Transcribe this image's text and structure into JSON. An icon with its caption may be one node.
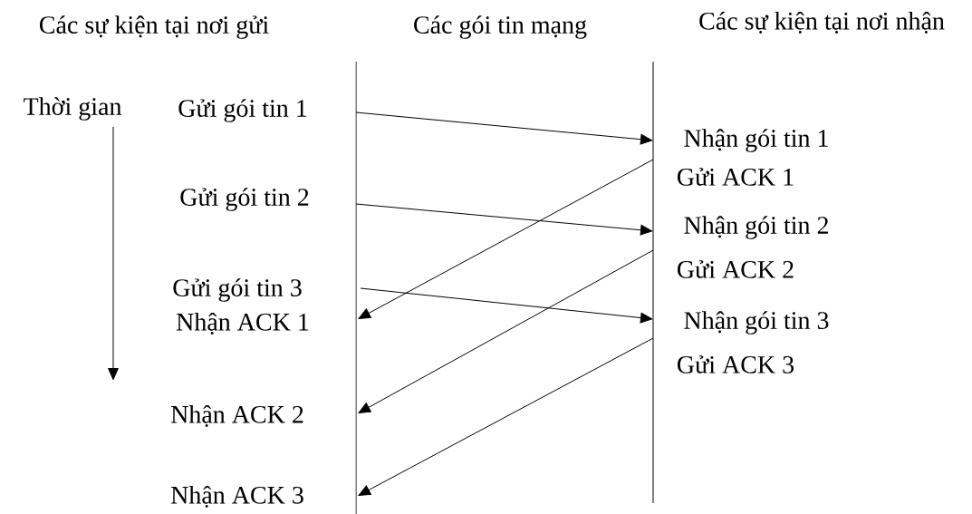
{
  "diagram": {
    "nodes": [
      {
        "text": [
          "Gửi gói tin 1"
        ]
      },
      {
        "text": [
          "Nhận gói tin 1"
        ]
      },
      {
        "text": [
          "Gửi ACK 1"
        ]
      },
      {
        "text": [
          "Gửi gói tin 2"
        ]
      },
      {
        "text": [
          "Nhận gói tin 2"
        ]
      },
      {
        "text": [
          "Gửi ACK 2"
        ]
      },
      {
        "text": [
          "Gửi gói tin 3"
        ]
      },
      {
        "text": [
          "Nhận ACK 1"
        ]
      },
      {
        "text": [
          "Nhận gói tin 3"
        ]
      },
      {
        "text": [
          "Gửi ACK 3"
        ]
      },
      {
        "text": [
          "Nhận ACK 2"
        ]
      },
      {
        "text": [
          "Nhận ACK 3"
        ]
      }
    ],
    "edges": [
      {
        "from": 0,
        "to": 1,
        "arrow": "to"
      },
      {
        "from": 2,
        "to": 7,
        "arrow": "to"
      },
      {
        "from": 3,
        "to": 4,
        "arrow": "to"
      },
      {
        "from": 5,
        "to": 10,
        "arrow": "to"
      },
      {
        "from": 6,
        "to": 8,
        "arrow": "to"
      },
      {
        "from": 9,
        "to": 11,
        "arrow": "to"
      }
    ],
    "labels": [
      "Các sự kiện tại nơi gửi",
      "Các gói tin mạng",
      "Các sự kiện tại nơi nhận",
      "Thời gian"
    ]
  }
}
